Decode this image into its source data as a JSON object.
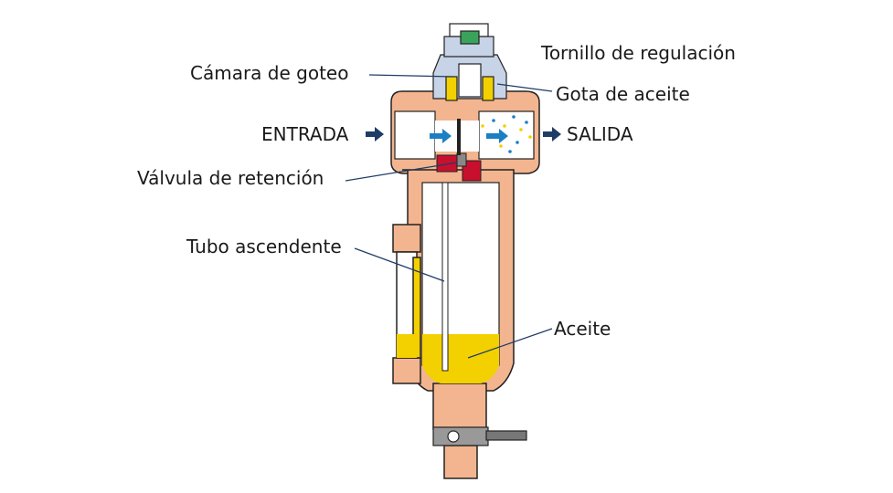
{
  "labels": {
    "screw": "Tornillo de regulación",
    "drip_chamber": "Cámara de goteo",
    "oil_drop": "Gota de aceite",
    "inlet": "ENTRADA",
    "outlet": "SALIDA",
    "check_valve": "Válvula de retención",
    "riser_tube": "Tubo ascendente",
    "oil": "Aceite"
  },
  "colors": {
    "body": "#f2b58f",
    "outline": "#222222",
    "oil": "#f3d000",
    "arrow": "#1f3c66",
    "flow": "#1a7fc3",
    "valve": "#c8102e",
    "cap": "#c7d3e6",
    "cap_top": "#3aa35b",
    "leader": "#1f3c66"
  }
}
